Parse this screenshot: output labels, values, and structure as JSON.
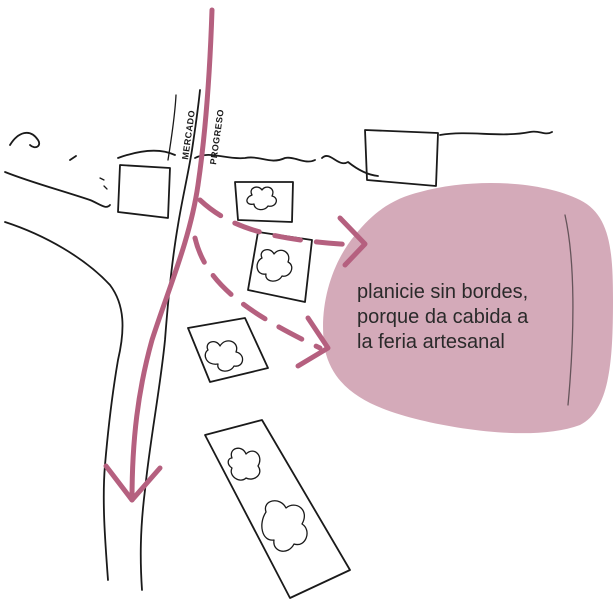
{
  "sketch": {
    "street_label_1": "MERCADO",
    "street_label_2": "PROGRESO",
    "bubble_color": "#d4aab9",
    "accent_color": "#b5607f"
  },
  "annotation": {
    "line1": "planicie sin bordes,",
    "line2": "porque da cabida a",
    "line3": "la feria artesanal"
  }
}
